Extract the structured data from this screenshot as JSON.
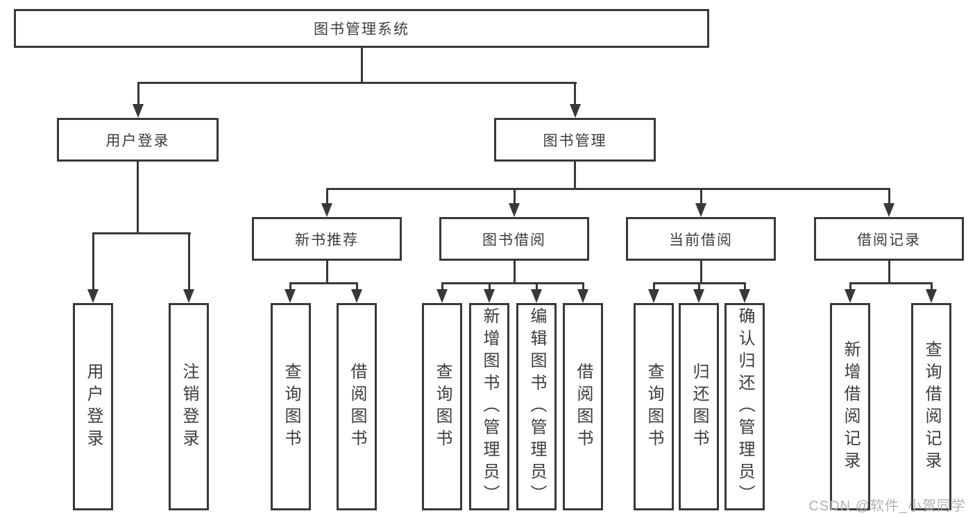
{
  "diagram": {
    "root": {
      "label": "图书管理系统"
    },
    "level2": [
      {
        "label": "用户登录"
      },
      {
        "label": "图书管理"
      }
    ],
    "level3": [
      {
        "label": "新书推荐"
      },
      {
        "label": "图书借阅"
      },
      {
        "label": "当前借阅"
      },
      {
        "label": "借阅记录"
      }
    ],
    "leaves": [
      {
        "group": "用户登录",
        "label": "用户登录"
      },
      {
        "group": "用户登录",
        "label": "注销登录"
      },
      {
        "group": "新书推荐",
        "label": "查询图书"
      },
      {
        "group": "新书推荐",
        "label": "借阅图书"
      },
      {
        "group": "图书借阅",
        "label": "查询图书"
      },
      {
        "group": "图书借阅",
        "label": "新增图书（管理员）"
      },
      {
        "group": "图书借阅",
        "label": "编辑图书（管理员）"
      },
      {
        "group": "图书借阅",
        "label": "借阅图书"
      },
      {
        "group": "当前借阅",
        "label": "查询图书"
      },
      {
        "group": "当前借阅",
        "label": "归还图书"
      },
      {
        "group": "当前借阅",
        "label": "确认归还（管理员）"
      },
      {
        "group": "借阅记录",
        "label": "新增借阅记录"
      },
      {
        "group": "借阅记录",
        "label": "查询借阅记录"
      }
    ],
    "watermark": {
      "text": "CSDN @软件_小贺同学"
    },
    "colors": {
      "line": "#383838",
      "text": "#3c3c3c",
      "box_bg": "#ffffff",
      "watermark": "#b2b2b2",
      "background": "#ffffff"
    }
  }
}
